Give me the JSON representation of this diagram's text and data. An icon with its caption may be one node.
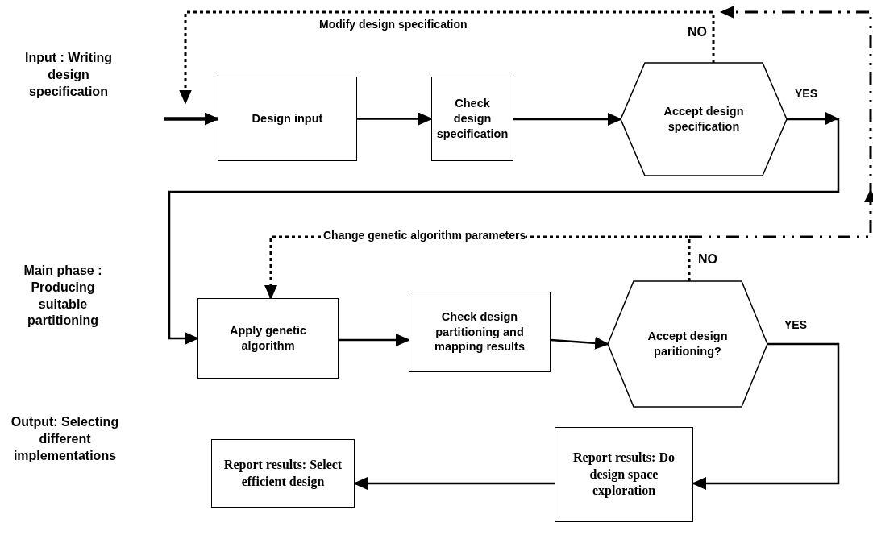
{
  "diagram": {
    "nodes": [
      {
        "text": [
          "Design input"
        ]
      },
      {
        "text": [
          "Check design specification"
        ]
      },
      {
        "text": [
          "Accept design specification"
        ]
      },
      {
        "text": [
          "Apply genetic algorithm"
        ]
      },
      {
        "text": [
          "Check design partitioning and mapping results"
        ]
      },
      {
        "text": [
          "Accept design paritioning?"
        ]
      },
      {
        "text": [
          "Report results: Select efficient design"
        ]
      },
      {
        "text": [
          "Report results: Do design space exploration"
        ]
      }
    ],
    "edges": [
      {
        "from": null,
        "to": 0,
        "arrow": "to",
        "style": "thick"
      },
      {
        "from": 0,
        "to": 1,
        "arrow": "to"
      },
      {
        "from": 1,
        "to": 2,
        "arrow": "to"
      },
      {
        "from": 2,
        "to": 3,
        "arrow": "to",
        "label": "YES"
      },
      {
        "from": 2,
        "to": 0,
        "arrow": "to",
        "style": "dashed",
        "label": "Modify design specification"
      },
      {
        "from": 3,
        "to": 4,
        "arrow": "to"
      },
      {
        "from": 4,
        "to": 5,
        "arrow": "to"
      },
      {
        "from": 5,
        "to": 3,
        "arrow": "to",
        "style": "dashed",
        "label": "Change genetic algorithm parameters"
      },
      {
        "from": 5,
        "to": 7,
        "arrow": "to",
        "label": "YES"
      },
      {
        "from": 7,
        "to": 6,
        "arrow": "to"
      },
      {
        "from": 5,
        "to": null,
        "arrow": "to",
        "style": "dashed"
      }
    ],
    "labels": [
      "Input : Writing design specification",
      "NO",
      "Main phase : Producing suitable partitioning",
      "NO",
      "Output: Selecting different implementations"
    ]
  }
}
